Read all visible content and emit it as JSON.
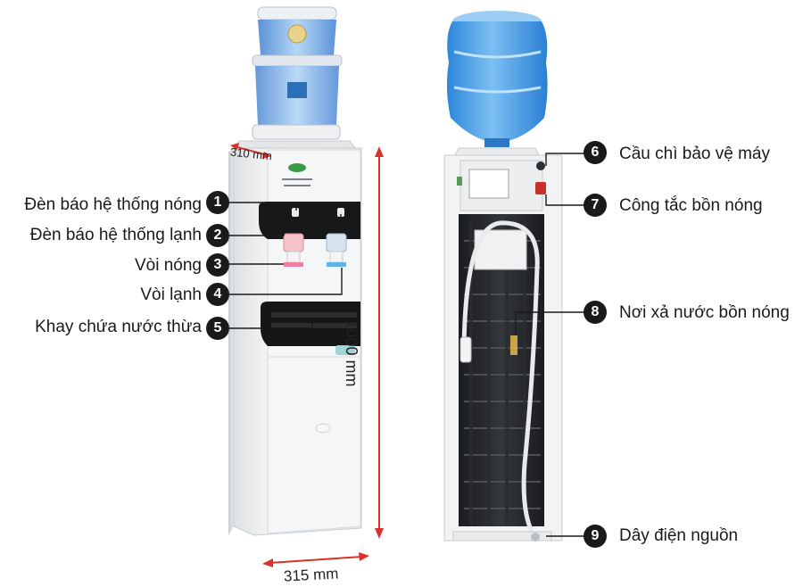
{
  "dimensions": {
    "depth": "310 mm",
    "height": "1000 mm",
    "width": "315 mm"
  },
  "callouts_front": [
    {
      "number": "1",
      "label": "Đèn báo hệ thống nóng"
    },
    {
      "number": "2",
      "label": "Đèn báo hệ thống lạnh"
    },
    {
      "number": "3",
      "label": "Vòi nóng"
    },
    {
      "number": "4",
      "label": "Vòi lạnh"
    },
    {
      "number": "5",
      "label": "Khay chứa nước thừa"
    }
  ],
  "callouts_back": [
    {
      "number": "6",
      "label": "Cầu chì  bảo vệ máy"
    },
    {
      "number": "7",
      "label": "Công tắc bồn nóng"
    },
    {
      "number": "8",
      "label": "Nơi xả nước bồn nóng"
    },
    {
      "number": "9",
      "label": "Dây điện nguồn"
    }
  ],
  "colors": {
    "dimension_line": "#d9322b",
    "badge": "#1a1a1a",
    "water_bottle": "#3f9be6",
    "cabinet": "#f2f3f4"
  }
}
